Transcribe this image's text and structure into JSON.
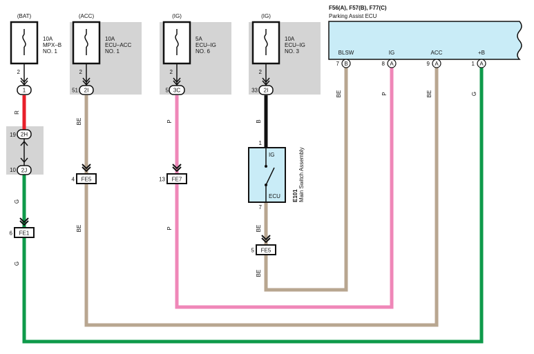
{
  "ecu": {
    "connectors": "F56(A), F57(B), F77(C)",
    "name": "Parking Assist ECU",
    "pins": [
      {
        "pin": "7",
        "letter": "B",
        "label": "BLSW"
      },
      {
        "pin": "8",
        "letter": "A",
        "label": "IG"
      },
      {
        "pin": "9",
        "letter": "A",
        "label": "ACC"
      },
      {
        "pin": "1",
        "letter": "A",
        "label": "+B"
      }
    ]
  },
  "fuses": [
    {
      "source": "(BAT)",
      "amp": "10A",
      "name1": "MPX–B",
      "name2": "NO. 1",
      "out_pin": "2",
      "conn_pin": "1",
      "conn_label": "1"
    },
    {
      "source": "(ACC)",
      "amp": "10A",
      "name1": "ECU–ACC",
      "name2": "NO. 1",
      "out_pin": "2",
      "conn_pin": "51",
      "conn_label": "2I"
    },
    {
      "source": "(IG)",
      "amp": "5A",
      "name1": "ECU–IG",
      "name2": "NO. 6",
      "out_pin": "2",
      "conn_pin": "5",
      "conn_label": "3C"
    },
    {
      "source": "(IG)",
      "amp": "10A",
      "name1": "ECU–IG",
      "name2": "NO. 3",
      "out_pin": "2",
      "conn_pin": "33",
      "conn_label": "2I"
    }
  ],
  "junction": {
    "top_pin": "19",
    "top_label": "2H",
    "bot_pin": "10",
    "bot_label": "2J"
  },
  "wire_colors": {
    "bat_upper": "R",
    "bat_lower": "G",
    "acc": "BE",
    "ig6": "P",
    "ig3": "B",
    "blsw": "BE",
    "ecu_ig": "P",
    "ecu_acc": "BE",
    "ecu_b": "G"
  },
  "connectors": {
    "fe1": {
      "pin": "6",
      "label": "FE1"
    },
    "fe5_acc": {
      "pin": "4",
      "label": "FE5"
    },
    "fe7": {
      "pin": "13",
      "label": "FE7"
    },
    "fe5_sw": {
      "pin": "5",
      "label": "FE5"
    }
  },
  "switch": {
    "id": "E101",
    "name": "Main Switch Assembly",
    "ig_label": "IG",
    "ecu_label": "ECU",
    "top_pin": "1",
    "bot_pin": "7"
  },
  "colors": {
    "red": "#e8202a",
    "green": "#0e9a4a",
    "beige": "#b8a690",
    "pink": "#ef87b8",
    "black": "#111111",
    "ecu_fill": "#c9ecf7",
    "grey_fill": "#d4d4d4"
  }
}
